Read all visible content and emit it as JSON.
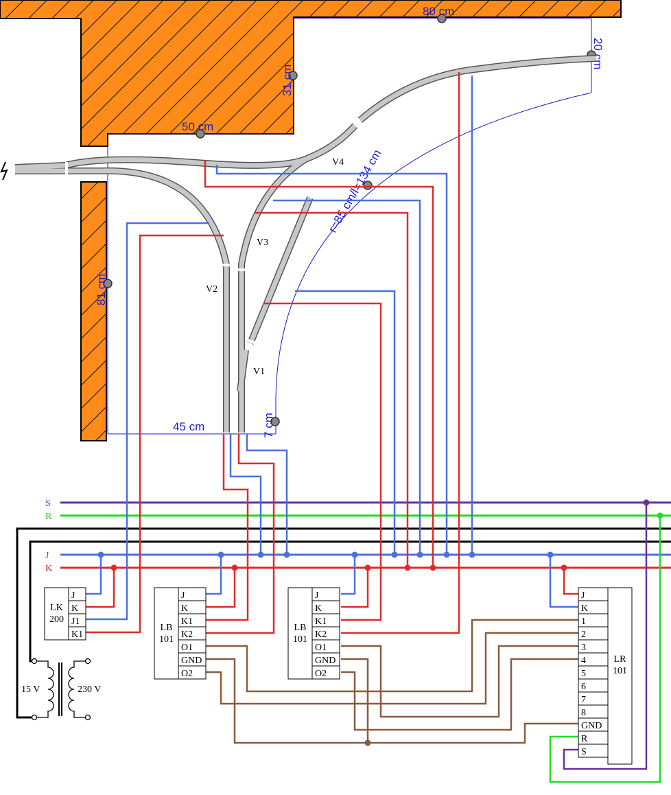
{
  "colors": {
    "wall": "#ff8c1a",
    "blue_wire": "#4a6fe0",
    "red_wire": "#e02a2a",
    "green_wire": "#22dd22",
    "purple_wire": "#6a2fa0",
    "brown_wire": "#8b5a3c",
    "track": "#c8c8c8",
    "dimension": "#1a1ad0"
  },
  "dimensions": {
    "top": "80 cm",
    "right": "20 cm",
    "inner_vertical": "31 cm",
    "inner_horizontal": "50 cm",
    "left_vertical": "81 cm",
    "bottom_width": "45 cm",
    "bottom_small": "7 cm",
    "curve": "r=85 cm/l=134 cm"
  },
  "turnouts": [
    "V4",
    "V3",
    "V2",
    "V1"
  ],
  "buses": {
    "s": "S",
    "r": "R",
    "j": "J",
    "k": "K"
  },
  "lk200": {
    "name_line1": "LK",
    "name_line2": "200",
    "pins": [
      "J",
      "K",
      "J1",
      "K1"
    ]
  },
  "lb101_a": {
    "name_line1": "LB",
    "name_line2": "101",
    "pins": [
      "J",
      "K",
      "K1",
      "K2",
      "O1",
      "GND",
      "O2"
    ]
  },
  "lb101_b": {
    "name_line1": "LB",
    "name_line2": "101",
    "pins": [
      "J",
      "K",
      "K1",
      "K2",
      "O1",
      "GND",
      "O2"
    ]
  },
  "lr101": {
    "name_line1": "LR",
    "name_line2": "101",
    "pins": [
      "J",
      "K",
      "1",
      "2",
      "3",
      "4",
      "5",
      "6",
      "7",
      "8",
      "GND",
      "R",
      "S"
    ]
  },
  "transformer": {
    "secondary": "15 V",
    "primary": "230 V"
  }
}
